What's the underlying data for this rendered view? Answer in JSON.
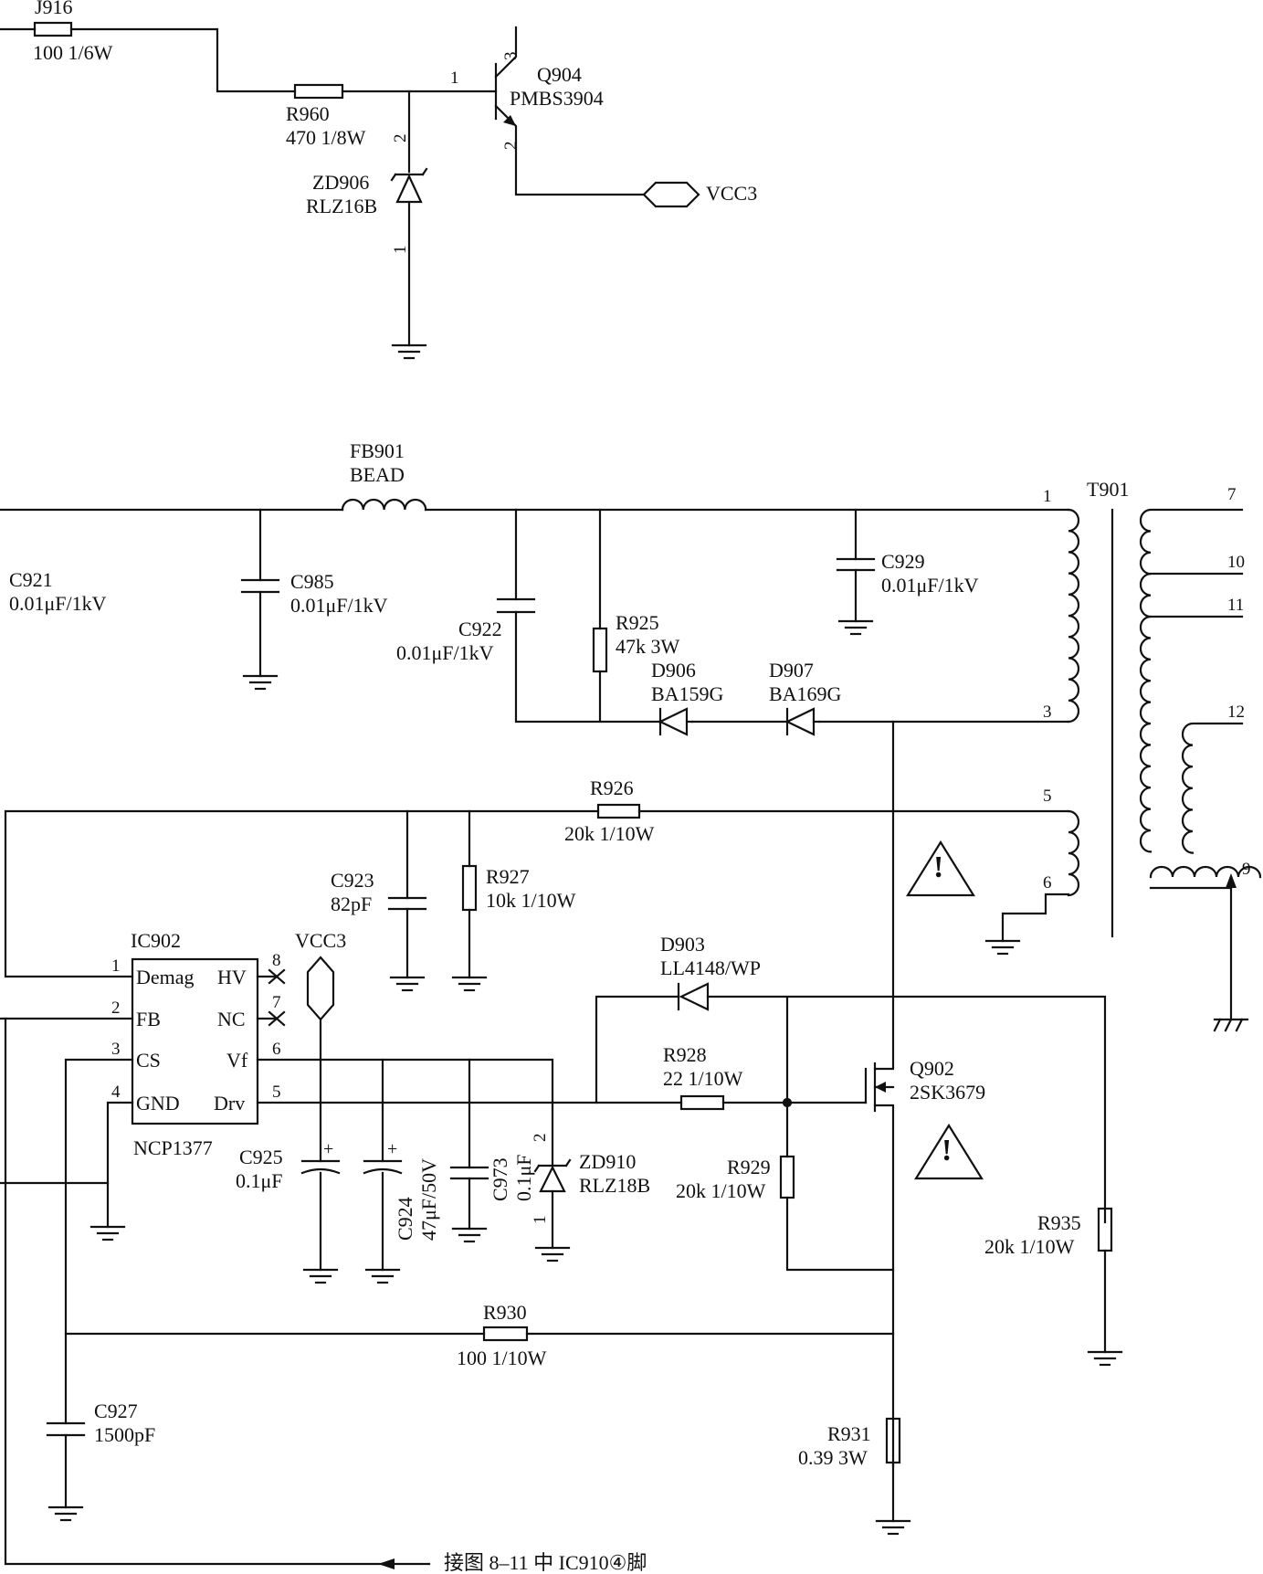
{
  "components": {
    "j916": {
      "ref": "J916",
      "value": "100 1/6W"
    },
    "r960": {
      "ref": "R960",
      "value": "470 1/8W"
    },
    "q904": {
      "ref": "Q904",
      "value": "PMBS3904"
    },
    "zd906": {
      "ref": "ZD906",
      "value": "RLZ16B"
    },
    "vcc3_top": {
      "label": "VCC3"
    },
    "fb901": {
      "ref": "FB901",
      "value": "BEAD"
    },
    "t901": {
      "ref": "T901"
    },
    "c921": {
      "ref": "C921",
      "value": "0.01μF/1kV"
    },
    "c985": {
      "ref": "C985",
      "value": "0.01μF/1kV"
    },
    "c922": {
      "ref": "C922",
      "value": "0.01μF/1kV"
    },
    "r925": {
      "ref": "R925",
      "value": "47k 3W"
    },
    "c929": {
      "ref": "C929",
      "value": "0.01μF/1kV"
    },
    "d906": {
      "ref": "D906",
      "value": "BA159G"
    },
    "d907": {
      "ref": "D907",
      "value": "BA169G"
    },
    "r926": {
      "ref": "R926",
      "value": "20k 1/10W"
    },
    "c923": {
      "ref": "C923",
      "value": "82pF"
    },
    "r927": {
      "ref": "R927",
      "value": "10k 1/10W"
    },
    "ic902": {
      "ref": "IC902",
      "part": "NCP1377",
      "pins_left": [
        "Demag",
        "FB",
        "CS",
        "GND"
      ],
      "pins_right": [
        "HV",
        "NC",
        "Vf",
        "Drv"
      ]
    },
    "vcc3_mid": {
      "label": "VCC3"
    },
    "d903": {
      "ref": "D903",
      "value": "LL4148/WP"
    },
    "r928": {
      "ref": "R928",
      "value": "22 1/10W"
    },
    "q902": {
      "ref": "Q902",
      "value": "2SK3679"
    },
    "c925": {
      "ref": "C925",
      "value": "0.1μF"
    },
    "c924": {
      "ref": "C924",
      "value": "47μF/50V"
    },
    "c973": {
      "ref": "C973",
      "value": "0.1μF"
    },
    "zd910": {
      "ref": "ZD910",
      "value": "RLZ18B"
    },
    "r929": {
      "ref": "R929",
      "value": "20k 1/10W"
    },
    "r935": {
      "ref": "R935",
      "value": "20k 1/10W"
    },
    "r930": {
      "ref": "R930",
      "value": "100 1/10W"
    },
    "c927": {
      "ref": "C927",
      "value": "1500pF"
    },
    "r931": {
      "ref": "R931",
      "value": "0.39 3W"
    }
  },
  "pins": {
    "q904": [
      "1",
      "3",
      "2"
    ],
    "zd906": [
      "2",
      "1"
    ],
    "t901": [
      "1",
      "3",
      "5",
      "6",
      "7",
      "10",
      "11",
      "12",
      "9"
    ],
    "ic902": [
      "1",
      "2",
      "3",
      "4",
      "8",
      "7",
      "6",
      "5"
    ],
    "zd910": [
      "2",
      "1"
    ]
  },
  "symbols": {
    "polarity": "+",
    "warning": "!"
  },
  "note": "接图 8–11 中 IC910④脚"
}
